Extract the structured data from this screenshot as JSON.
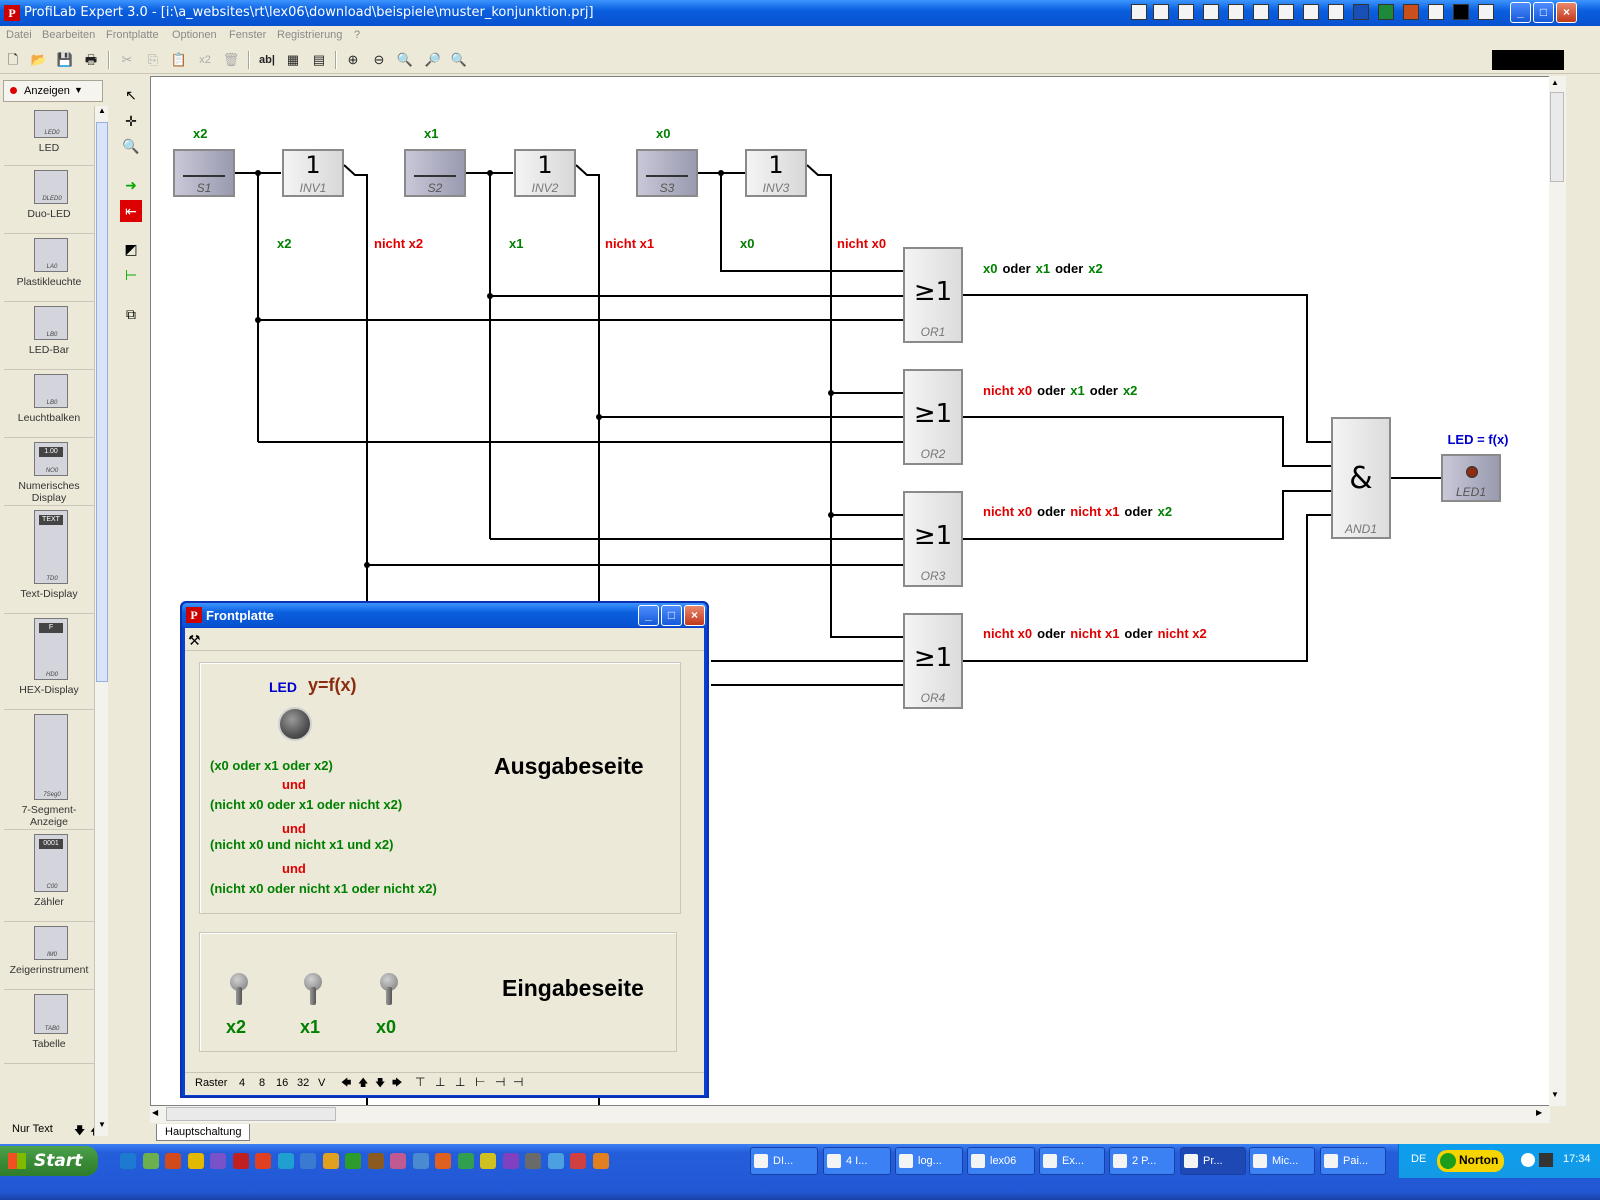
{
  "window": {
    "title": "ProfiLab Expert 3.0 - [i:\\a_websites\\rt\\lex06\\download\\beispiele\\muster_konjunktion.prj]",
    "min": "_",
    "max": "□",
    "close": "×"
  },
  "menu": [
    "Datei",
    "Bearbeiten",
    "Frontplatte",
    "Optionen",
    "Fenster",
    "Registrierung",
    "?"
  ],
  "toolbar": {
    "copy_count": "x2",
    "text_tool": "ab|"
  },
  "palette": {
    "category": "Anzeigen",
    "items": [
      {
        "label": "LED",
        "tag": "LED0"
      },
      {
        "label": "Duo-LED",
        "tag": "DLED0"
      },
      {
        "label": "Plastikleuchte",
        "tag": "LA0"
      },
      {
        "label": "LED-Bar",
        "tag": "LB0"
      },
      {
        "label": "Leuchtbalken",
        "tag": "LB0"
      },
      {
        "label": "Numerisches Display",
        "tag": "NO0",
        "display": "1.00"
      },
      {
        "label": "Text-Display",
        "tag": "TD0",
        "display": "TEXT"
      },
      {
        "label": "HEX-Display",
        "tag": "HD0",
        "display": "F"
      },
      {
        "label": "7-Segment-Anzeige",
        "tag": "7Seg0"
      },
      {
        "label": "Zähler",
        "tag": "C00",
        "display": "0001"
      },
      {
        "label": "Zeigerinstrument",
        "tag": "IM0"
      },
      {
        "label": "Tabelle",
        "tag": "TAB0"
      }
    ],
    "footer": "Nur Text"
  },
  "circuit": {
    "switches": [
      {
        "name": "S1",
        "label": "x2"
      },
      {
        "name": "S2",
        "label": "x1"
      },
      {
        "name": "S3",
        "label": "x0"
      }
    ],
    "inverters": [
      {
        "name": "INV1",
        "symbol": "1"
      },
      {
        "name": "INV2",
        "symbol": "1"
      },
      {
        "name": "INV3",
        "symbol": "1"
      }
    ],
    "wire_labels": [
      {
        "text": "x2",
        "color": "green"
      },
      {
        "text": "nicht x2",
        "color": "red"
      },
      {
        "text": "x1",
        "color": "green"
      },
      {
        "text": "nicht x1",
        "color": "red"
      },
      {
        "text": "x0",
        "color": "green"
      },
      {
        "text": "nicht x0",
        "color": "red"
      }
    ],
    "or_gates": [
      {
        "name": "OR1",
        "symbol": "≥1"
      },
      {
        "name": "OR2",
        "symbol": "≥1"
      },
      {
        "name": "OR3",
        "symbol": "≥1"
      },
      {
        "name": "OR4",
        "symbol": "≥1"
      }
    ],
    "and_gate": {
      "name": "AND1",
      "symbol": "&"
    },
    "led": {
      "name": "LED1",
      "label": "LED = f(x)"
    },
    "expr": {
      "or1": [
        {
          "t": "x0",
          "c": "green"
        },
        {
          "t": "oder",
          "c": "black"
        },
        {
          "t": "x1",
          "c": "green"
        },
        {
          "t": "oder",
          "c": "black"
        },
        {
          "t": "x2",
          "c": "green"
        }
      ],
      "or2": [
        {
          "t": "nicht x0",
          "c": "red"
        },
        {
          "t": "oder",
          "c": "black"
        },
        {
          "t": "x1",
          "c": "green"
        },
        {
          "t": "oder",
          "c": "black"
        },
        {
          "t": "x2",
          "c": "green"
        }
      ],
      "or3": [
        {
          "t": "nicht x0",
          "c": "red"
        },
        {
          "t": "oder",
          "c": "black"
        },
        {
          "t": "nicht x1",
          "c": "red"
        },
        {
          "t": "oder",
          "c": "black"
        },
        {
          "t": "x2",
          "c": "green"
        }
      ],
      "or4": [
        {
          "t": "nicht x0",
          "c": "red"
        },
        {
          "t": "oder",
          "c": "black"
        },
        {
          "t": "nicht x1",
          "c": "red"
        },
        {
          "t": "oder",
          "c": "black"
        },
        {
          "t": "nicht x2",
          "c": "red"
        }
      ]
    }
  },
  "sheet_tab": "Hauptschaltung",
  "frontplatte": {
    "title": "Frontplatte",
    "led_label": "LED",
    "formula": "y=f(x)",
    "output_title": "Ausgabeseite",
    "input_title": "Eingabeseite",
    "lines": [
      "(x0 oder x1 oder  x2)",
      "und",
      "(nicht x0 oder x1 oder nicht x2)",
      "und",
      "(nicht x0 und nicht x1 und x2)",
      "und",
      "(nicht x0 oder nicht x1 oder nicht x2)"
    ],
    "switch_labels": [
      "x2",
      "x1",
      "x0"
    ],
    "raster": {
      "label": "Raster",
      "values": [
        "4",
        "8",
        "16",
        "32",
        "V"
      ]
    }
  },
  "taskbar": {
    "start": "Start",
    "buttons": [
      "DI...",
      "4 I...",
      "log...",
      "lex06",
      "Ex...",
      "2 P...",
      "Pr...",
      "Mic...",
      "Pai..."
    ],
    "language": "DE",
    "norton": "Norton",
    "clock": "17:34"
  },
  "colors": {
    "accent": "#0a5fde",
    "green_text": "#008000",
    "red_text": "#e00000",
    "blue_text": "#0000cc",
    "brown_text": "#8b2d10"
  }
}
